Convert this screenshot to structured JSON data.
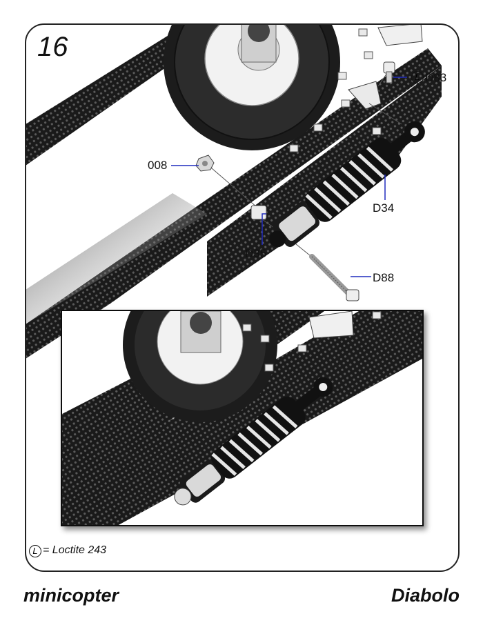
{
  "step": {
    "number": "16"
  },
  "parts": {
    "p008": "008",
    "d83_prefix": "L",
    "d83": "D83",
    "d34": "D34",
    "d35": "D35",
    "d88": "D88"
  },
  "legend": {
    "symbol": "L",
    "text": "= Loctite 243"
  },
  "footer": {
    "left": "minicopter",
    "right": "Diabolo"
  },
  "colors": {
    "frame": "#222222",
    "plate": "#1c1c1c",
    "leader": "#1f2bbd",
    "accent": "#e0e0e0"
  }
}
